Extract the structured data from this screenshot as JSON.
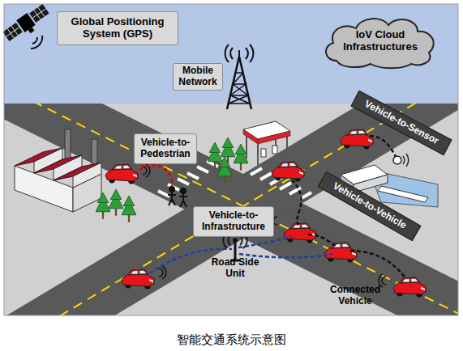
{
  "diagram": {
    "caption": "智能交通系统示意图",
    "nodes": [
      {
        "text": [
          "Global Positioning System (GPS)"
        ]
      },
      {
        "text": [
          "IoV Cloud Infrastructures"
        ]
      },
      {
        "text": [
          "Mobile Network"
        ]
      },
      {
        "text": [
          "Vehicle-to-Sensor"
        ]
      },
      {
        "text": [
          "Vehicle-to-Pedestrian"
        ]
      },
      {
        "text": [
          "Vehicle-to-Vehicle"
        ]
      },
      {
        "text": [
          "Vehicle-to-Infrastructure"
        ]
      }
    ],
    "labels": [
      "Road Side Unit",
      "Connected Vehicle"
    ]
  }
}
